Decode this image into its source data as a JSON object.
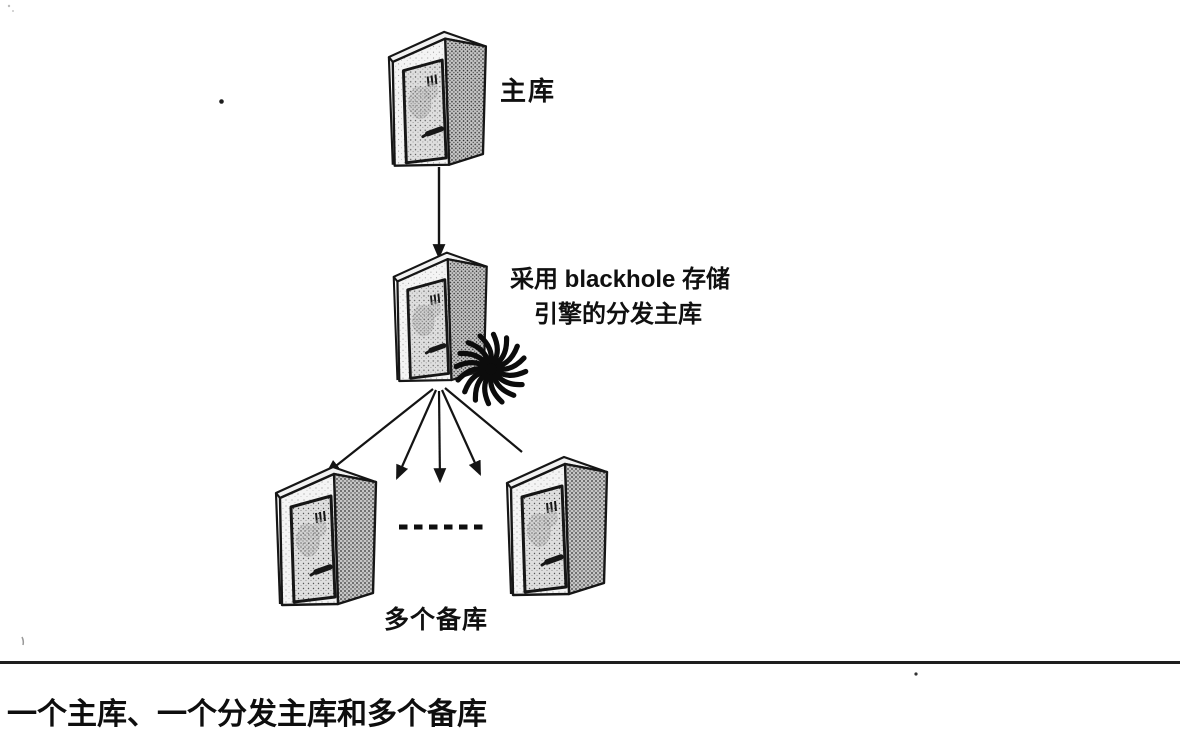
{
  "figure": {
    "nodes": {
      "master": {
        "label": "主库",
        "icon": "server-tower-icon"
      },
      "distribution_master": {
        "label_lines": [
          "采用 blackhole 存储",
          "引擎的分发主库"
        ],
        "icon": "server-tower-icon",
        "engine_icon": "blackhole-swirl-icon"
      },
      "slaves": {
        "label": "多个备库",
        "icon": "server-tower-icon"
      }
    },
    "caption": "一个主库、一个分发主库和多个备库",
    "colors": {
      "ink": "#141414",
      "paper": "#ffffff",
      "side_stipple_base": "#c6c6c6",
      "panel_stipple_base": "#dedede",
      "front_stipple_base": "#f4f4f4"
    }
  }
}
